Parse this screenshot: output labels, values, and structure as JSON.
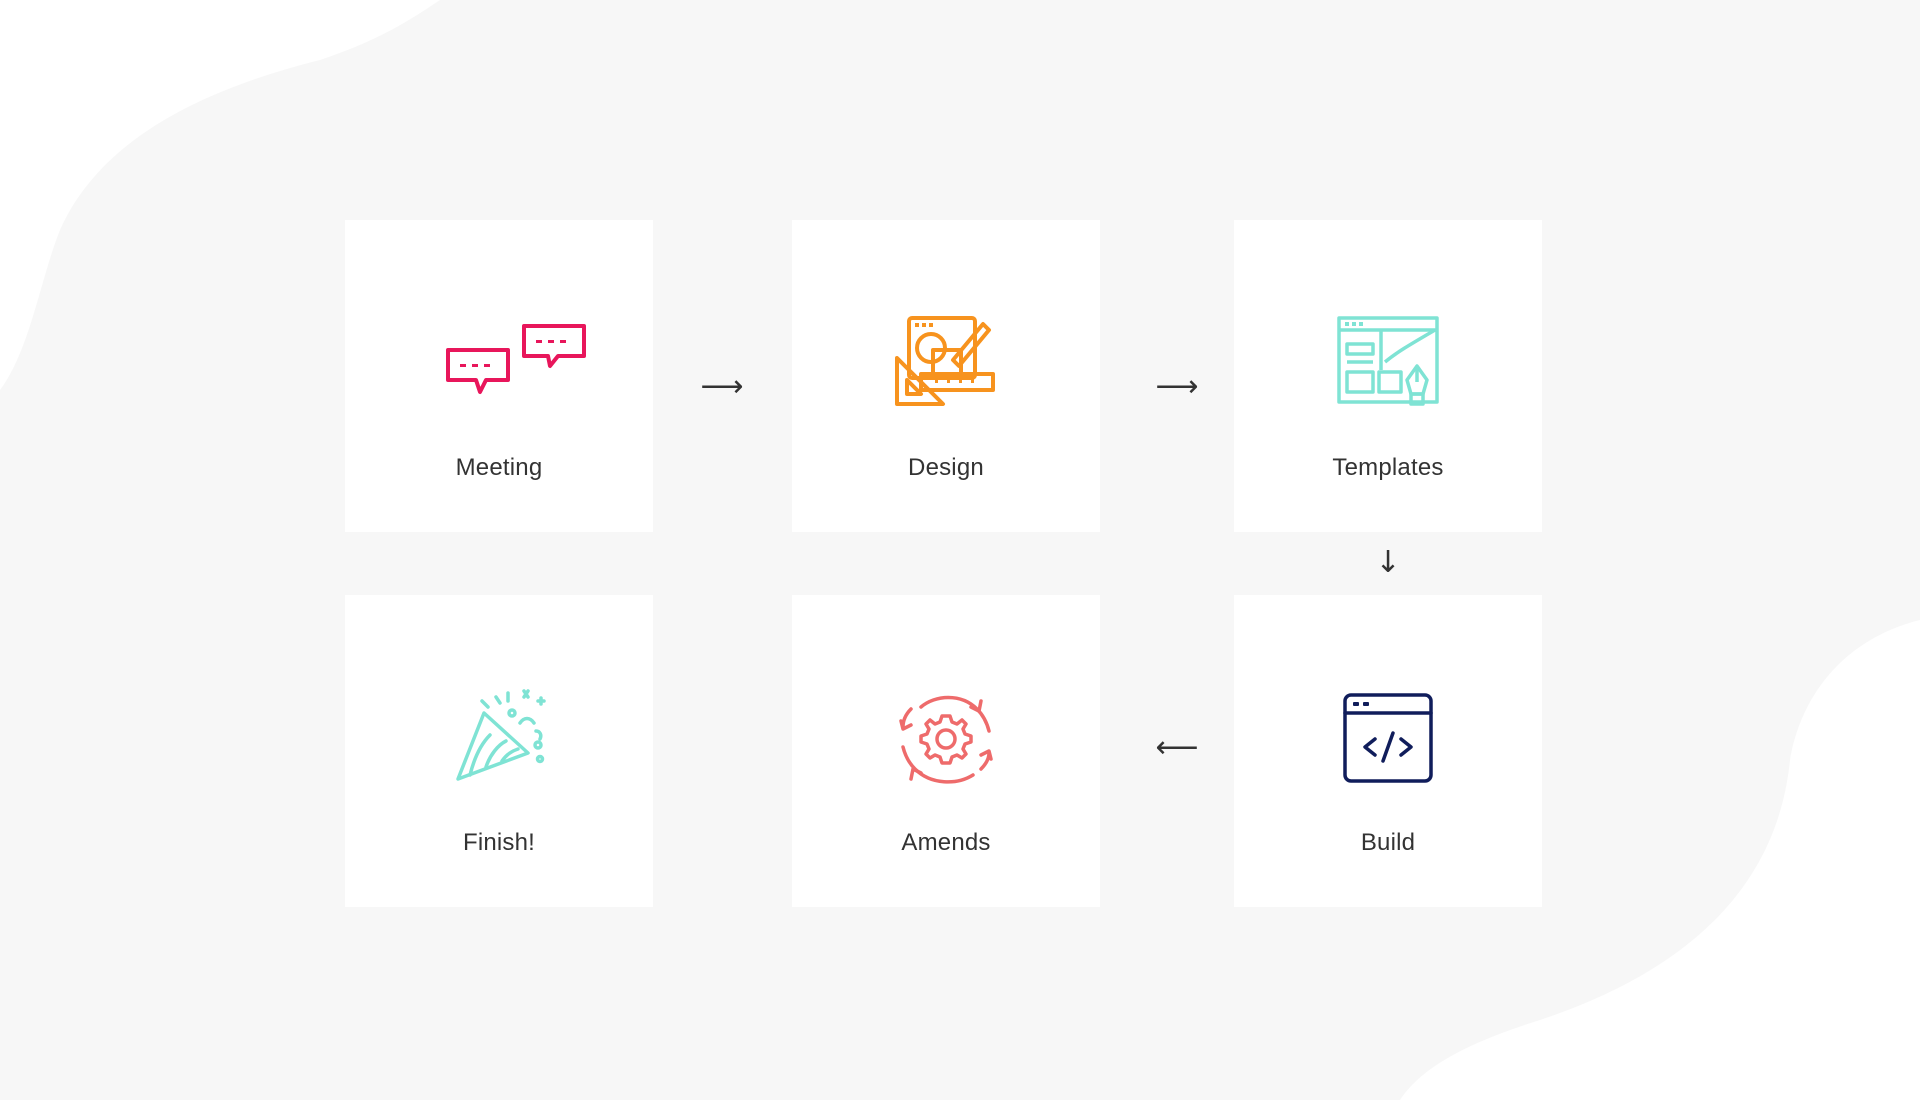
{
  "colors": {
    "background": "#ffffff",
    "blob": "#f7f7f7",
    "card": "#ffffff",
    "label": "#333333",
    "meeting_icon": "#e8165b",
    "design_icon": "#f7931e",
    "templates_icon": "#7fe3d4",
    "finish_icon": "#7fe3d4",
    "amends_icon": "#ee6b6b",
    "build_icon": "#101d5b"
  },
  "steps": [
    {
      "label": "Meeting",
      "icon": "chat-bubbles-icon"
    },
    {
      "label": "Design",
      "icon": "design-tools-icon"
    },
    {
      "label": "Templates",
      "icon": "wireframe-pen-icon"
    },
    {
      "label": "Build",
      "icon": "code-window-icon"
    },
    {
      "label": "Amends",
      "icon": "gear-cycle-icon"
    },
    {
      "label": "Finish!",
      "icon": "party-popper-icon"
    }
  ],
  "arrows": {
    "meeting_to_design": "⟶",
    "design_to_templates": "⟶",
    "templates_to_build": "↓",
    "build_to_amends": "⟵"
  }
}
